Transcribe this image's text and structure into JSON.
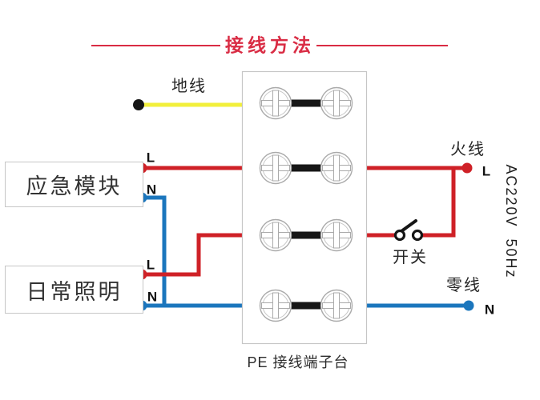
{
  "title": {
    "text": "接线方法"
  },
  "diagram": {
    "ground_label": "地线",
    "live_label": "火线",
    "neutral_label": "零线",
    "switch_label": "开关",
    "terminal_block_label": "PE 接线端子台",
    "power_spec": "AC220V  50Hz",
    "line_label_L": "L",
    "line_label_N": "N",
    "modules": [
      {
        "name": "应急模块"
      },
      {
        "name": "日常照明"
      }
    ]
  },
  "colors": {
    "wire-red": "#cf2127",
    "wire-blue": "#1b76bd",
    "wire-yellow": "#f2ef3b",
    "wire-black": "#161616",
    "title-red": "#d92c44",
    "text-dark": "#2d2d2d",
    "box-border": "#c6c6c6",
    "terminal-stroke": "#aaaaaa"
  }
}
